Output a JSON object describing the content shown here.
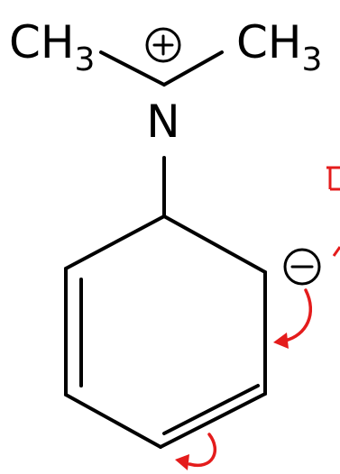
{
  "atoms": {
    "methyl_left": {
      "main": "CH",
      "sub": "3"
    },
    "methyl_right": {
      "main": "CH",
      "sub": "3"
    },
    "nitrogen": {
      "main": "N"
    }
  },
  "colors": {
    "bonds": "#000000",
    "arrows": "#e41c1c"
  },
  "icons": {
    "positive_charge": "plus-in-circle",
    "negative_charge": "minus-in-circle",
    "electron_flow": "curved-arrow"
  }
}
